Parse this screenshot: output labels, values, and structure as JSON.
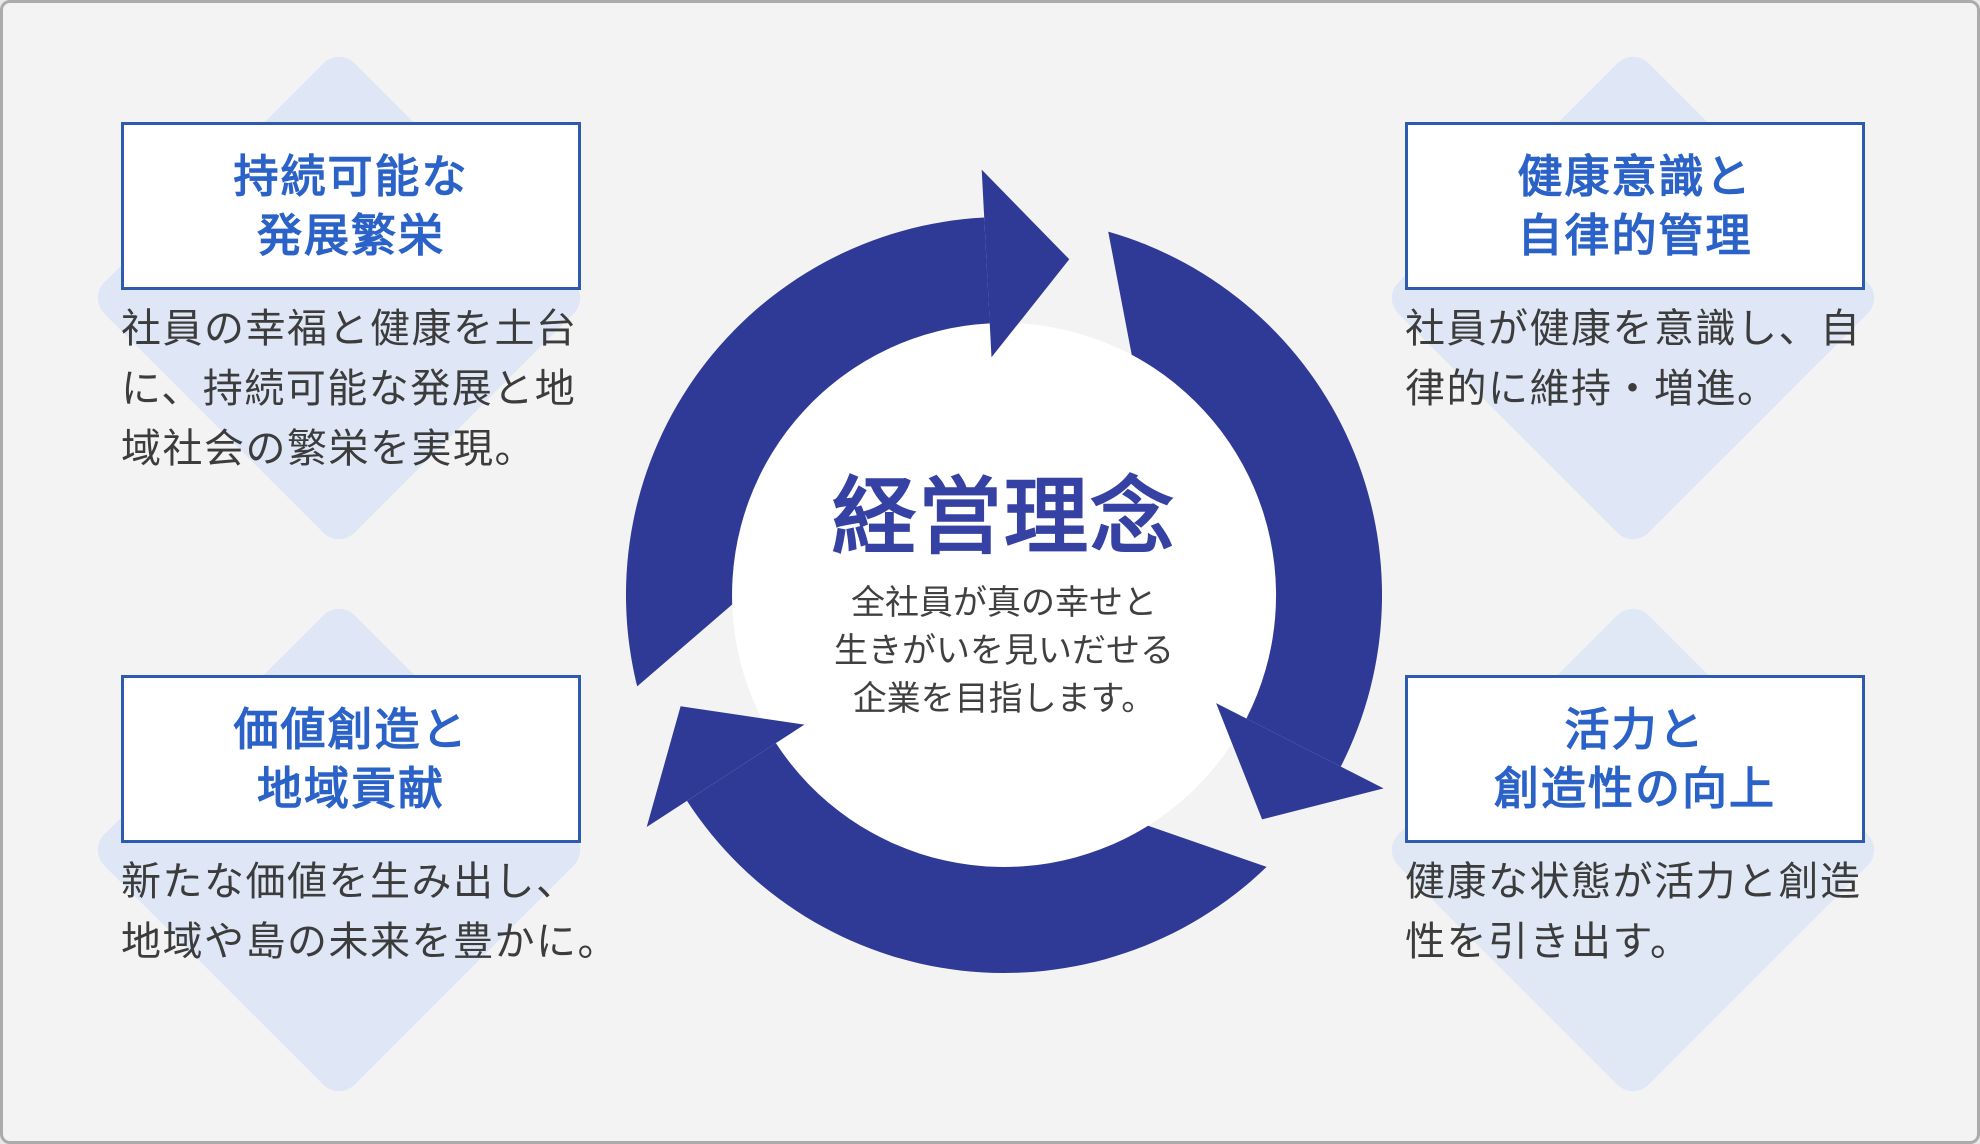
{
  "colors": {
    "background": "#f3f3f4",
    "frame_border": "#ababac",
    "diamond_accent": "#dfe7f6",
    "ring": "#2f3a96",
    "inner_circle": "#ffffff",
    "center_title": "#3641a4",
    "center_subtitle_text": "#404040",
    "card_border": "#2e5bad",
    "card_background": "#ffffff",
    "card_title": "#2b62c7",
    "card_description_text": "#3c3c3c"
  },
  "center": {
    "title": "経営理念",
    "subtitle_lines": {
      "0": "全社員が真の幸せと",
      "1": "生きがいを見いだせる",
      "2": "企業を目指します。"
    }
  },
  "cycle": {
    "direction": "clockwise",
    "arrow_count": 3
  },
  "cards": {
    "0": {
      "position": "top-left",
      "title_lines": {
        "0": "持続可能な",
        "1": "発展繁栄"
      },
      "desc_lines": {
        "0": "社員の幸福と健康を土台",
        "1": "に、持続可能な発展と地",
        "2": "域社会の繁栄を実現。"
      }
    },
    "1": {
      "position": "top-right",
      "title_lines": {
        "0": "健康意識と",
        "1": "自律的管理"
      },
      "desc_lines": {
        "0": "社員が健康を意識し、自",
        "1": "律的に維持・増進。"
      }
    },
    "2": {
      "position": "bottom-left",
      "title_lines": {
        "0": "価値創造と",
        "1": "地域貢献"
      },
      "desc_lines": {
        "0": "新たな価値を生み出し、",
        "1": "地域や島の未来を豊かに。"
      }
    },
    "3": {
      "position": "bottom-right",
      "title_lines": {
        "0": "活力と",
        "1": "創造性の向上"
      },
      "desc_lines": {
        "0": "健康な状態が活力と創造",
        "1": "性を引き出す。"
      }
    }
  }
}
